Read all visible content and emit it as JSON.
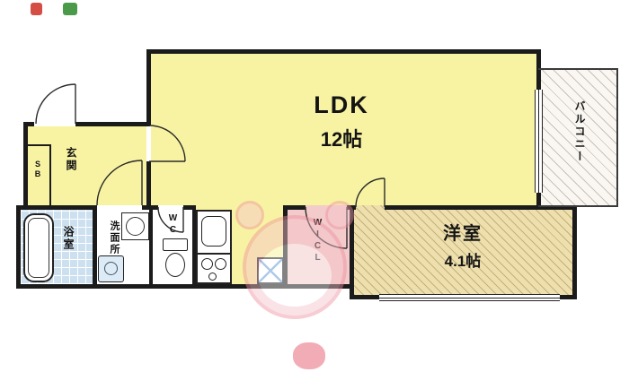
{
  "floorplan": {
    "rooms": {
      "ldk": {
        "name": "LDK",
        "size": "12帖"
      },
      "western_room": {
        "name": "洋室",
        "size": "4.1帖"
      },
      "balcony": {
        "name": "バルコニー"
      },
      "walk_in_closet": {
        "name": "WICL"
      },
      "toilet": {
        "name": "WC"
      },
      "washroom": {
        "name": "洗面所"
      },
      "bathroom": {
        "name": "浴室"
      },
      "entrance": {
        "name": "玄関"
      },
      "shoe_box": {
        "name": "SB"
      }
    },
    "colors": {
      "room_yellow": "#f8f3a2",
      "closet_pink": "#f3cbca",
      "bathroom_blue": "#cce0f0",
      "western_room_tan": "#eddfae",
      "balcony_hatch": "#faf7f2",
      "wall_black": "#1b1b1b",
      "watermark_pink": "#f3b8c3"
    }
  }
}
